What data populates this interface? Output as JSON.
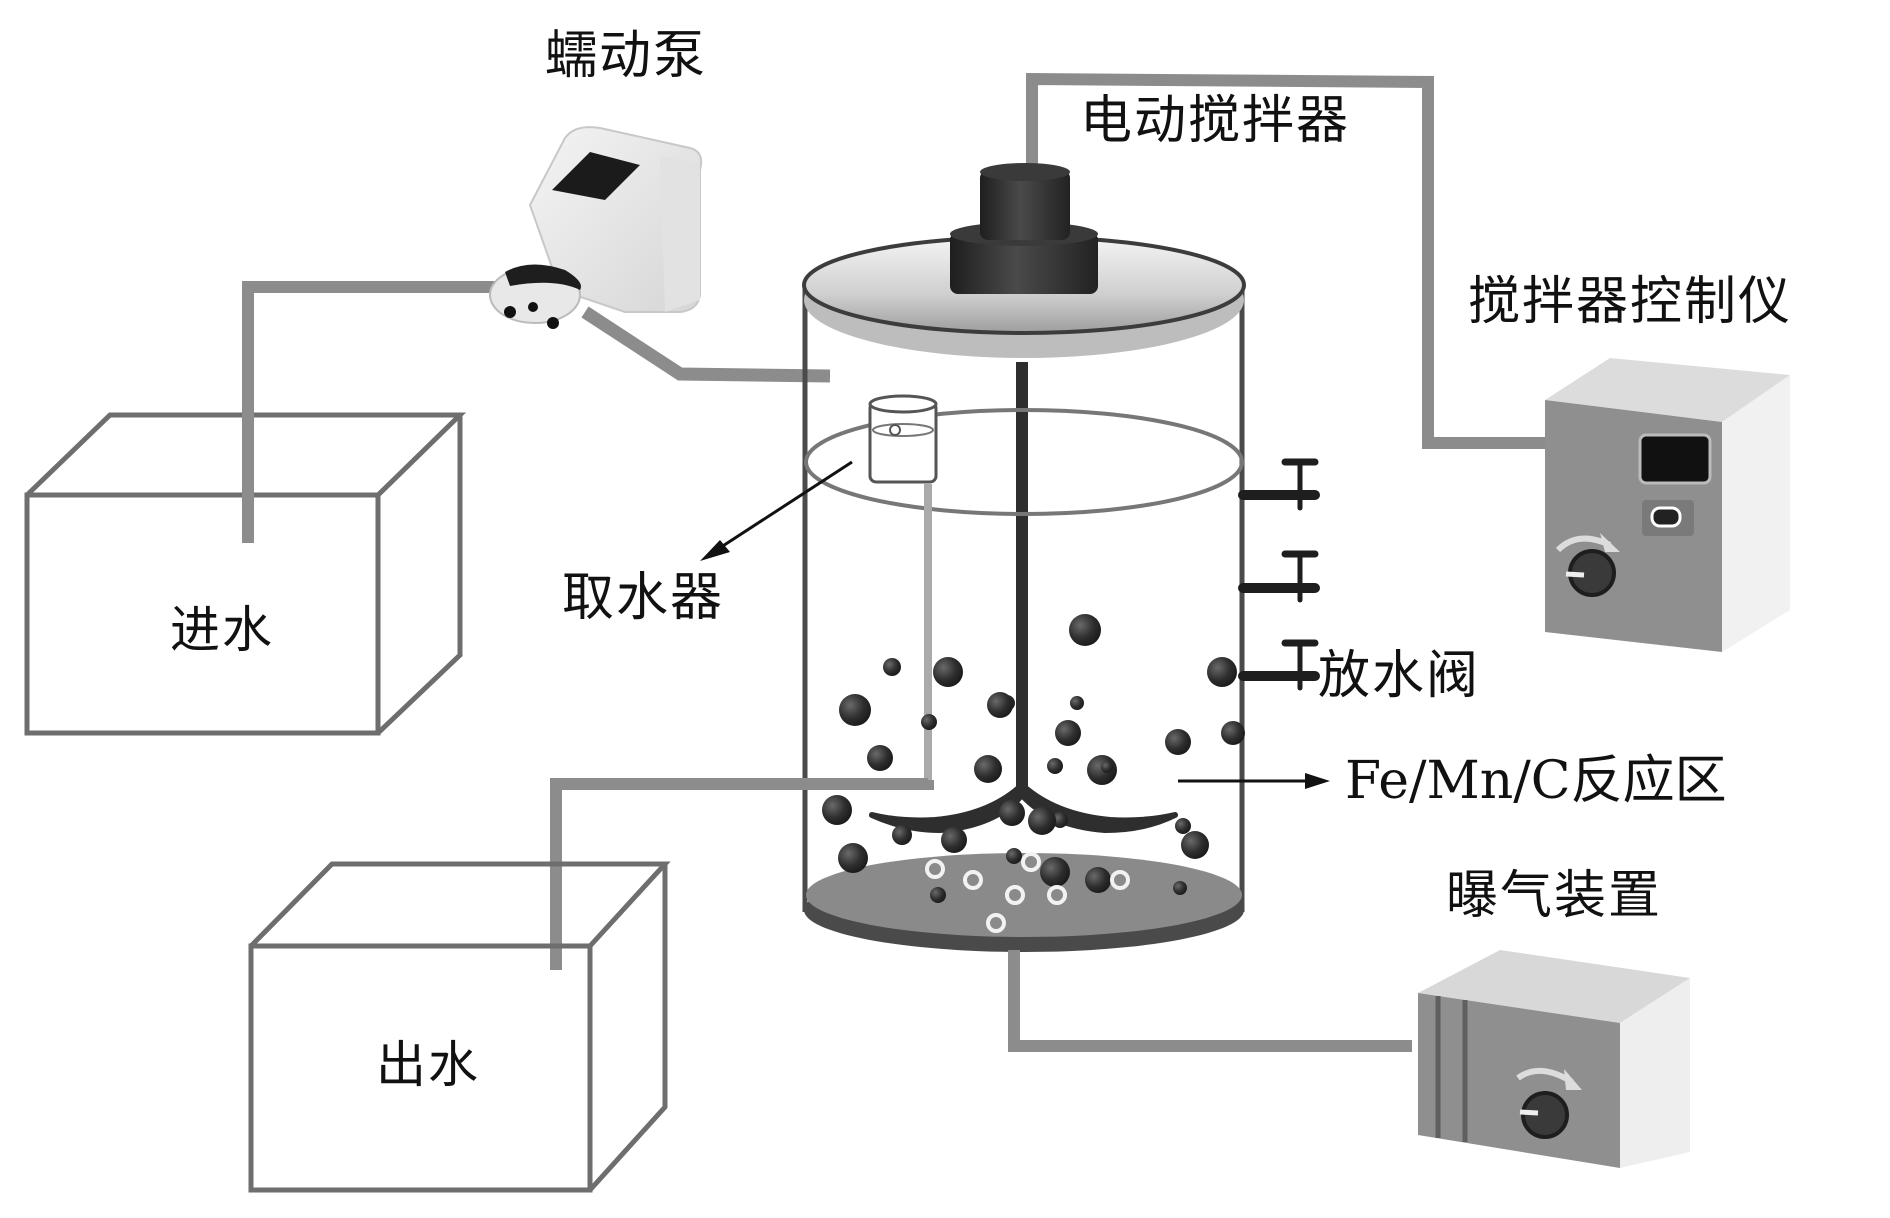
{
  "diagram": {
    "title": "",
    "labels": {
      "peristaltic_pump": "蠕动泵",
      "electric_stirrer": "电动搅拌器",
      "stirrer_controller": "搅拌器控制仪",
      "water_sampler": "取水器",
      "drain_valve": "放水阀",
      "reaction_zone": "Fe/Mn/C反应区",
      "aeration_device": "曝气装置",
      "influent": "进水",
      "effluent": "出水"
    },
    "components": [
      {
        "id": "influent_tank",
        "label_key": "influent"
      },
      {
        "id": "peristaltic_pump",
        "label_key": "peristaltic_pump"
      },
      {
        "id": "reactor",
        "label_key": "reaction_zone"
      },
      {
        "id": "electric_stirrer",
        "label_key": "electric_stirrer"
      },
      {
        "id": "stirrer_controller",
        "label_key": "stirrer_controller"
      },
      {
        "id": "water_sampler",
        "label_key": "water_sampler"
      },
      {
        "id": "drain_valves",
        "label_key": "drain_valve",
        "count": 3
      },
      {
        "id": "aeration_device",
        "label_key": "aeration_device"
      },
      {
        "id": "effluent_tank",
        "label_key": "effluent"
      }
    ],
    "connections": [
      {
        "from": "influent_tank",
        "to": "peristaltic_pump"
      },
      {
        "from": "peristaltic_pump",
        "to": "reactor"
      },
      {
        "from": "electric_stirrer",
        "to": "stirrer_controller"
      },
      {
        "from": "water_sampler",
        "to": "effluent_tank"
      },
      {
        "from": "aeration_device",
        "to": "reactor"
      }
    ],
    "colors": {
      "pipe": "#8c8c8c",
      "outline": "#555555",
      "dark": "#2e2e2e",
      "sediment": "#8a8a8a",
      "device_face": "#8f8f8f",
      "device_side": "#eeeeee",
      "text": "#111111"
    }
  }
}
